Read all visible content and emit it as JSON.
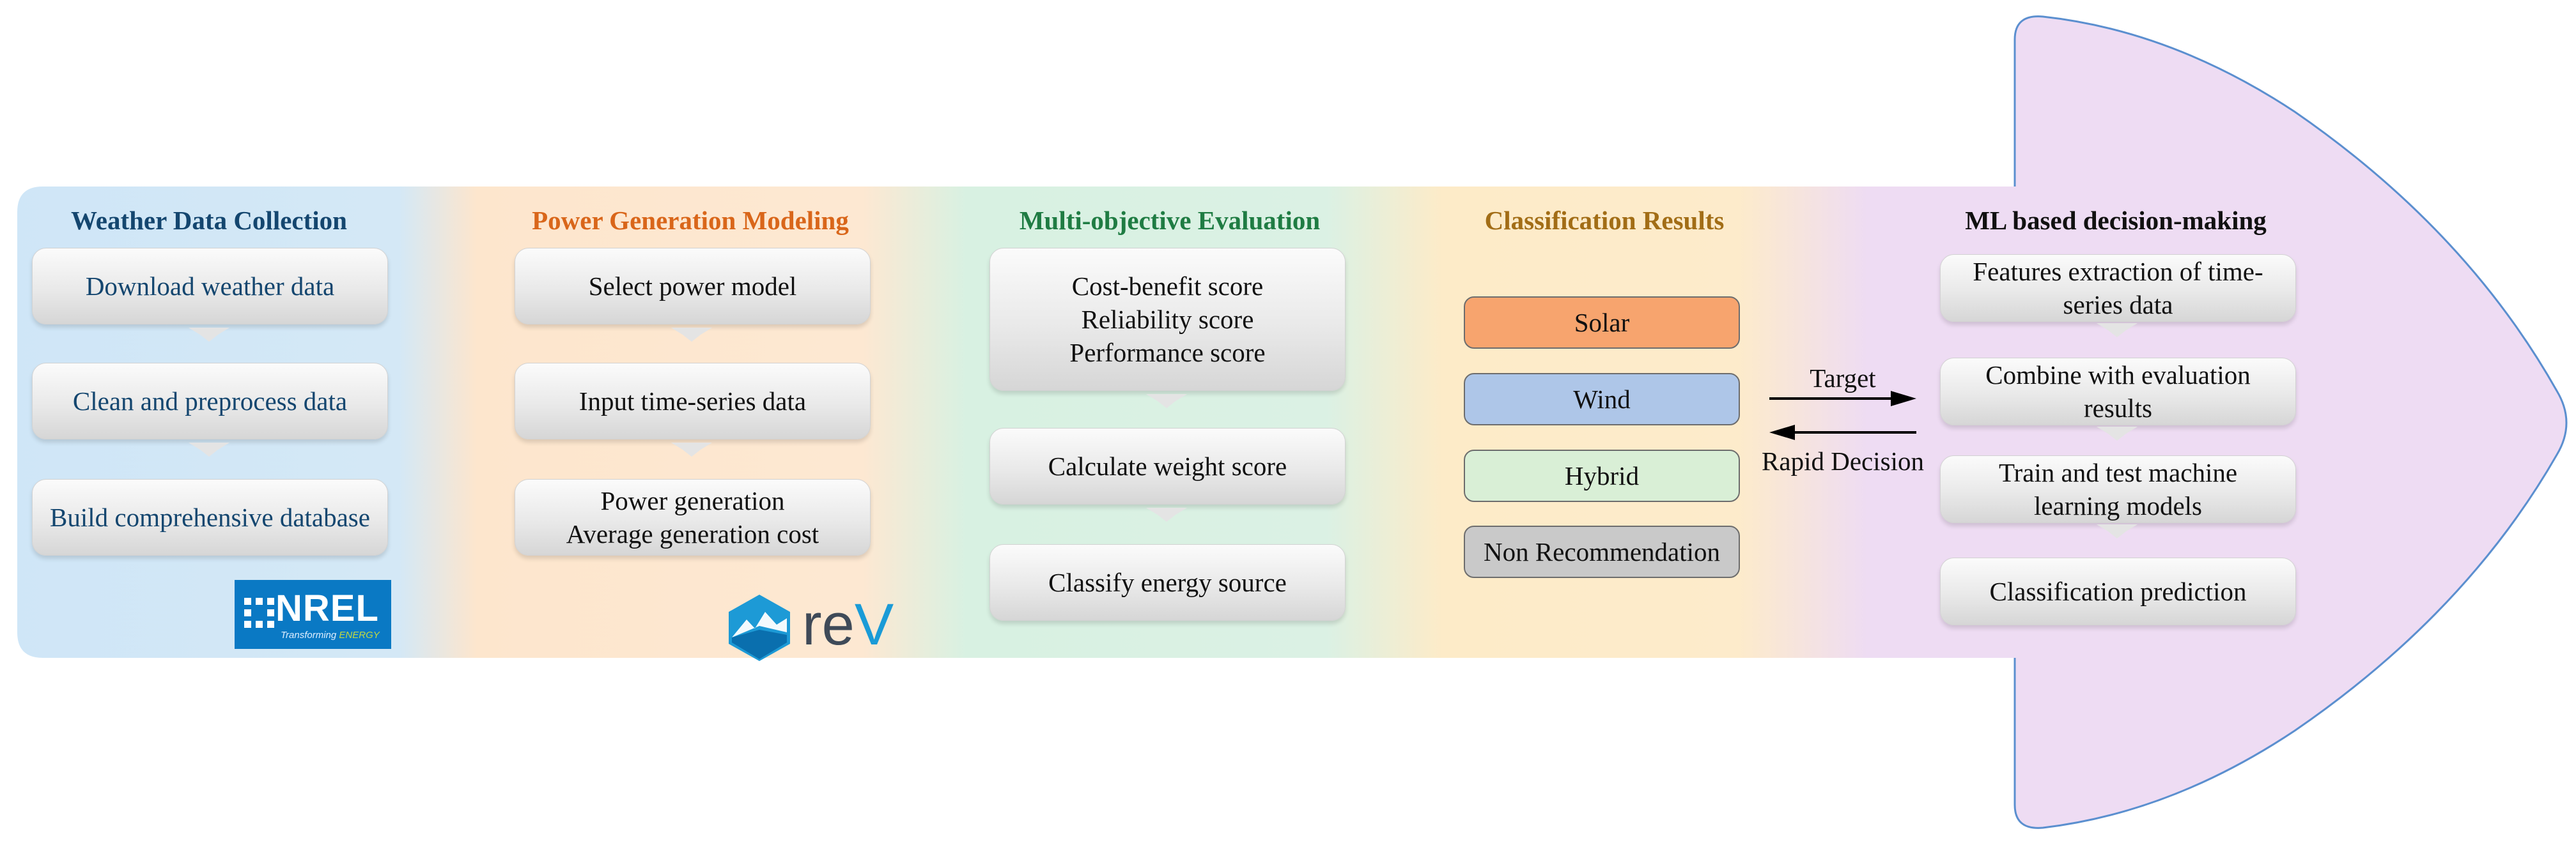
{
  "sections": [
    {
      "title": "Weather Data Collection",
      "title_color": "#14466f",
      "steps": [
        "Download weather data",
        "Clean and preprocess data",
        "Build comprehensive database"
      ]
    },
    {
      "title": "Power Generation Modeling",
      "title_color": "#d9661a",
      "steps": [
        "Select power model",
        "Input time-series data",
        "Power generation\nAverage generation cost"
      ]
    },
    {
      "title": "Multi-objective Evaluation",
      "title_color": "#1f7c43",
      "steps": [
        "Cost-benefit score\nReliability score\nPerformance score",
        "Calculate weight score",
        "Classify energy source"
      ]
    },
    {
      "title": "Classification Results",
      "title_color": "#a26d16",
      "results": [
        {
          "label": "Solar",
          "color": "#f7a46e"
        },
        {
          "label": "Wind",
          "color": "#aec6e8"
        },
        {
          "label": "Hybrid",
          "color": "#d9efd6"
        },
        {
          "label": "Non Recommendation",
          "color": "#c9c9c9"
        }
      ]
    },
    {
      "title": "ML based decision-making",
      "title_color": "#111111",
      "steps": [
        "Features extraction of time-\nseries data",
        "Combine with evaluation\nresults",
        "Train and test machine\nlearning models",
        "Classification prediction"
      ]
    }
  ],
  "arrows": {
    "forward": "Target",
    "backward": "Rapid Decision"
  },
  "logos": {
    "nrel": {
      "name": "NREL",
      "tagline_a": "Transforming ",
      "tagline_b": "ENERGY"
    },
    "rev": {
      "name_a": "re",
      "name_b": "V"
    }
  },
  "colors": {
    "weather_band": "#cfe6f7",
    "power_band": "#fde6cd",
    "evaluation_band": "#d8f1e2",
    "classification_band": "#fdebc8",
    "ml_band": "#eedcf3",
    "arrow_outline": "#5b8fcf",
    "dark_label_text": "#14466f"
  }
}
